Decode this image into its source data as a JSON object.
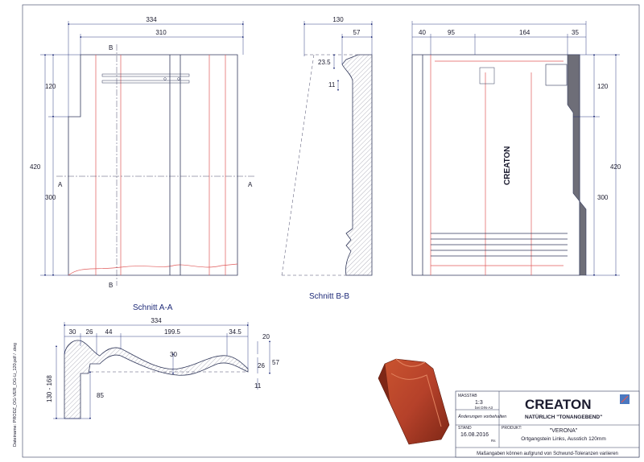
{
  "side_text": "Dateiname: PRODZ_OG-VER_OG-Li_120.pdf / .dwg",
  "views": {
    "front": {
      "dims": {
        "total_width": "334",
        "inner_width": "310",
        "height_total": "420",
        "top_offset": "120",
        "lower_height": "300"
      },
      "section_marks": {
        "a_left": "A",
        "a_right": "A",
        "b_top": "B",
        "b_bottom": "B"
      }
    },
    "section_bb": {
      "dims": {
        "width": "130",
        "right": "57",
        "d23_5": "23.5",
        "d11": "11"
      },
      "title": "Schnitt B-B"
    },
    "back": {
      "dims": {
        "d40": "40",
        "d95": "95",
        "d164": "164",
        "d35": "35",
        "top_offset": "120",
        "height_total": "420",
        "lower_height": "300"
      },
      "brand_text": "CREATON"
    },
    "section_aa": {
      "title": "Schnitt A-A",
      "dims": {
        "total": "334",
        "d30": "30",
        "d26": "26",
        "d44": "44",
        "d199_5": "199.5",
        "d34_5": "34.5",
        "d20": "20",
        "center30": "30",
        "r26": "26",
        "r57": "57",
        "r11": "11",
        "d85": "85",
        "height_range": "130 - 168"
      }
    }
  },
  "title_block": {
    "massstab_label": "MASSTAB",
    "scale": "1:3",
    "scale_note": "bei DIN-A3",
    "changes_label": "Änderungen vorbehalten",
    "stand_label": "STAND",
    "date": "16.08.2016",
    "initials": "Rs",
    "produkt_label": "PRODUKT:",
    "brand": "CREATON",
    "slogan": "NATÜRLICH \"TONANGEBEND\"",
    "product_name": "\"VERONA\"",
    "product_desc": "Ortgangstein Links, Ausstich 120mm",
    "footer": "Maßangaben können aufgrund von Schwund-Toleranzen variieren"
  },
  "colors": {
    "tile_red": "#b5412a",
    "tile_dark": "#7e2716",
    "line_blue": "#1e2a78",
    "accent_red": "#e05a5a"
  }
}
